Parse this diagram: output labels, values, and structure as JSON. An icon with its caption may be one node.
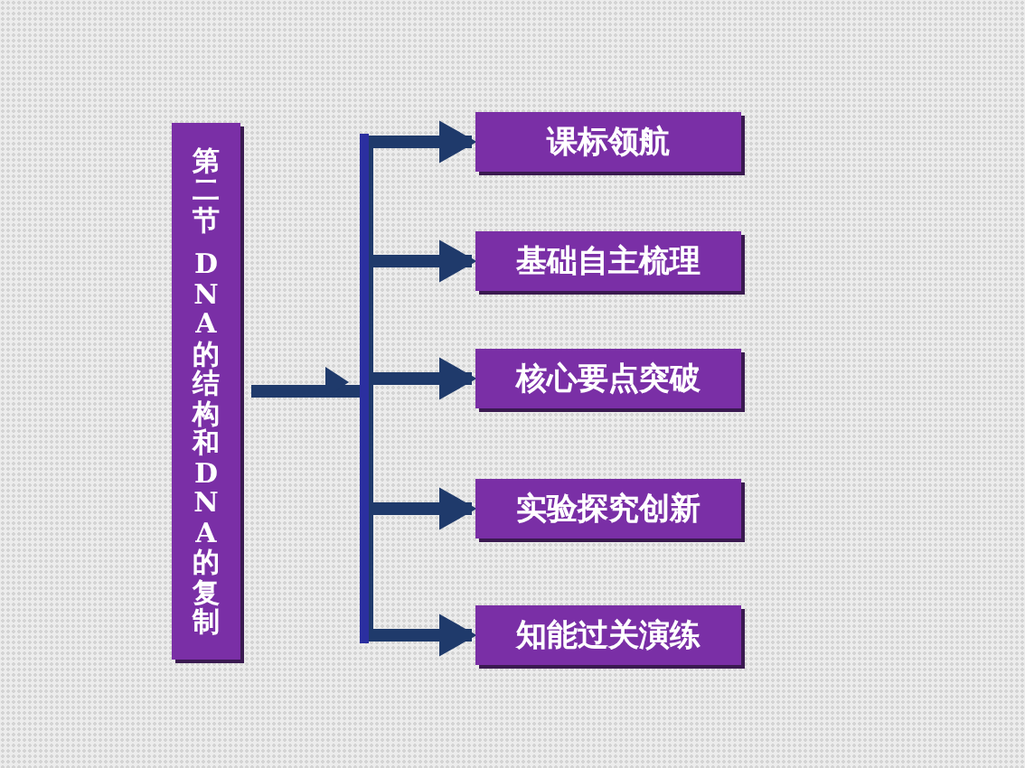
{
  "diagram": {
    "nodes": [
      {
        "text": [
          "第二节",
          "DNA的结构和DNA的复制"
        ]
      },
      {
        "text": [
          "课标领航"
        ]
      },
      {
        "text": [
          "基础自主梳理"
        ]
      },
      {
        "text": [
          "核心要点突破"
        ]
      },
      {
        "text": [
          "实验探究创新"
        ]
      },
      {
        "text": [
          "知能过关演练"
        ]
      }
    ],
    "edges": [
      {
        "from": 0,
        "to": 1,
        "arrow": "to"
      },
      {
        "from": 0,
        "to": 2,
        "arrow": "to"
      },
      {
        "from": 0,
        "to": 3,
        "arrow": "to"
      },
      {
        "from": 0,
        "to": 4,
        "arrow": "to"
      },
      {
        "from": 0,
        "to": 5,
        "arrow": "to"
      }
    ]
  }
}
